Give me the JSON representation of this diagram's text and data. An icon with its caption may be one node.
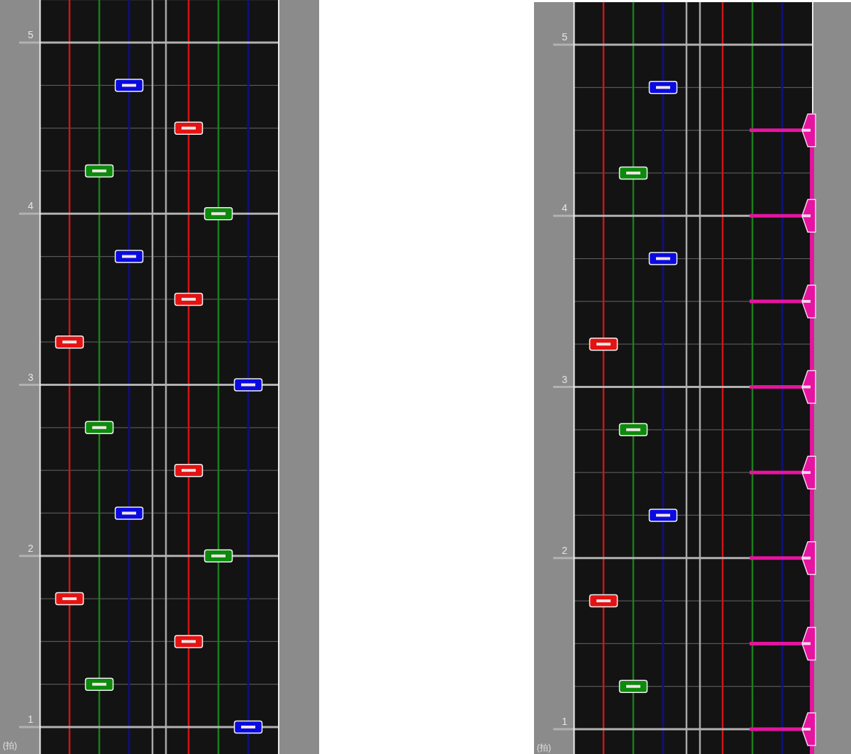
{
  "diagram": {
    "labels": [
      "5",
      "4",
      "3",
      "2",
      "1",
      "(拍)",
      "5",
      "4",
      "3",
      "2",
      "1",
      "(拍)"
    ]
  }
}
